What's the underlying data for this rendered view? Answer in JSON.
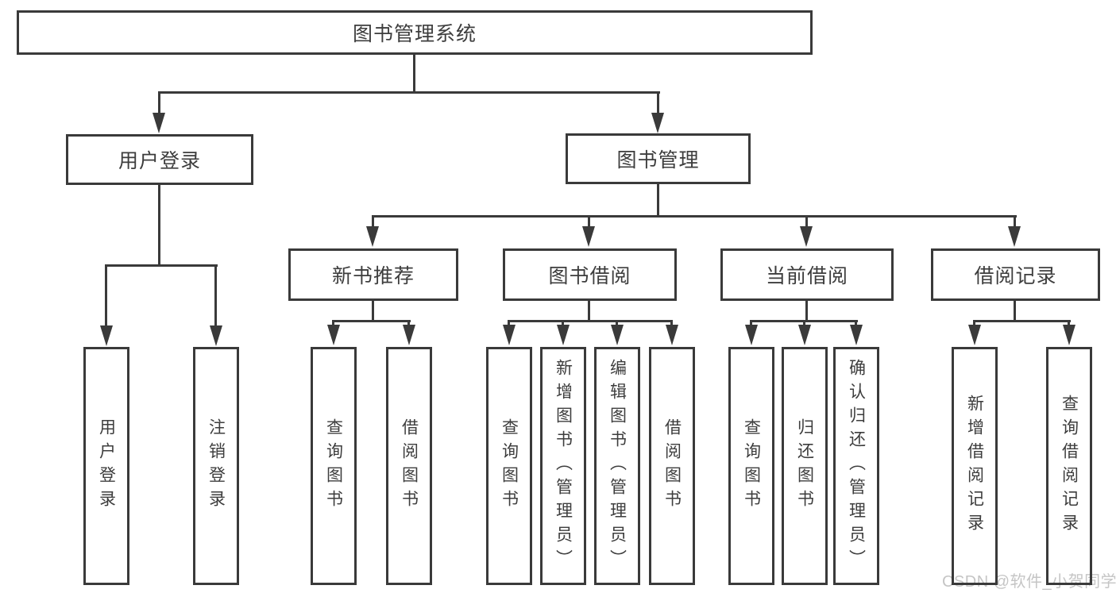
{
  "nodes": {
    "root": "图书管理系统",
    "user_login": "用户登录",
    "book_mgmt": "图书管理",
    "new_book_rec": "新书推荐",
    "book_borrow": "图书借阅",
    "current_borrow": "当前借阅",
    "borrow_record": "借阅记录",
    "ul_user_login": "用户登录",
    "ul_logout": "注销登录",
    "nb_query_book": "查询图书",
    "nb_borrow_book": "借阅图书",
    "bb_query_book": "查询图书",
    "bb_add_book": "新增图书（管理员）",
    "bb_edit_book": "编辑图书（管理员）",
    "bb_borrow_book": "借阅图书",
    "cb_query_book": "查询图书",
    "cb_return_book": "归还图书",
    "cb_confirm_return": "确认归还（管理员）",
    "br_add_record": "新增借阅记录",
    "br_query_record": "查询借阅记录"
  },
  "watermark": "CSDN @软件_小贺同学",
  "colors": {
    "line": "#3a3a3a",
    "text": "#3d3d3d",
    "watermark": "#c5c5c5",
    "background": "#ffffff"
  }
}
